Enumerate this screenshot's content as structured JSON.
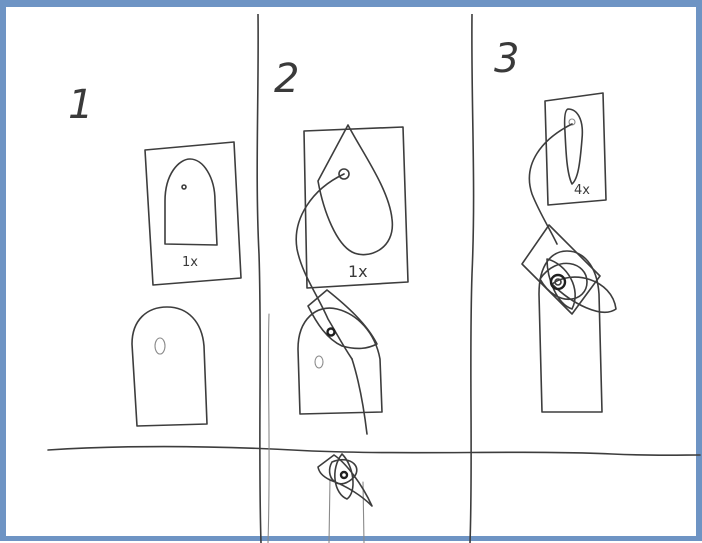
{
  "panels": [
    {
      "number": "1",
      "scale_label": "1x"
    },
    {
      "number": "2",
      "scale_label": "1x"
    },
    {
      "number": "3",
      "scale_label": "4x"
    }
  ]
}
